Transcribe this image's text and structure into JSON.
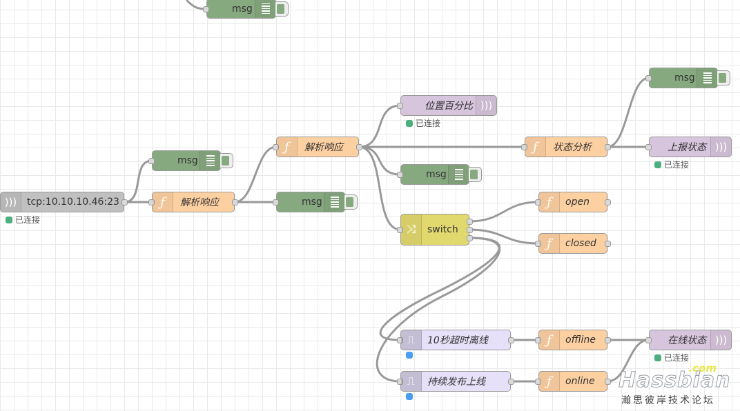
{
  "nodes": {
    "msg_top": {
      "label": "msg",
      "type": "debug"
    },
    "msg_a": {
      "label": "msg",
      "type": "debug"
    },
    "tcp_in": {
      "label": "tcp:10.10.10.46:23",
      "status": "已连接",
      "type": "tcp in"
    },
    "func_parse1": {
      "label": "解析响应",
      "type": "function"
    },
    "msg_b": {
      "label": "msg",
      "type": "debug"
    },
    "func_parse2": {
      "label": "解析响应",
      "type": "function"
    },
    "mqtt_position": {
      "label": "位置百分比",
      "status": "已连接",
      "type": "mqtt out"
    },
    "msg_c": {
      "label": "msg",
      "type": "debug"
    },
    "switch": {
      "label": "switch",
      "type": "switch"
    },
    "func_state": {
      "label": "状态分析",
      "type": "function"
    },
    "msg_d": {
      "label": "msg",
      "type": "debug"
    },
    "mqtt_report": {
      "label": "上报状态",
      "status": "已连接",
      "type": "mqtt out"
    },
    "func_open": {
      "label": "open",
      "type": "function"
    },
    "func_closed": {
      "label": "closed",
      "type": "function"
    },
    "trigger_timeout": {
      "label": "10秒超时离线",
      "type": "trigger"
    },
    "trigger_publish": {
      "label": "持续发布上线",
      "type": "trigger"
    },
    "func_offline": {
      "label": "offline",
      "type": "function"
    },
    "func_online": {
      "label": "online",
      "type": "function"
    },
    "mqtt_online": {
      "label": "在线状态",
      "status": "已连接",
      "type": "mqtt out"
    }
  },
  "colors": {
    "debug": "#87a980",
    "function": "#fdd0a2",
    "tcp": "#c0c0c0",
    "mqtt": "#d7c4dd",
    "switch": "#e2d96e",
    "trigger": "#e6e0f8",
    "wire": "#999999",
    "status_connected": "#4caf7d",
    "status_blue": "#4a9ef0"
  },
  "watermark": {
    "brand": "Hassbian",
    "tld": ".com",
    "subtitle": "瀚思彼岸技术论坛"
  }
}
